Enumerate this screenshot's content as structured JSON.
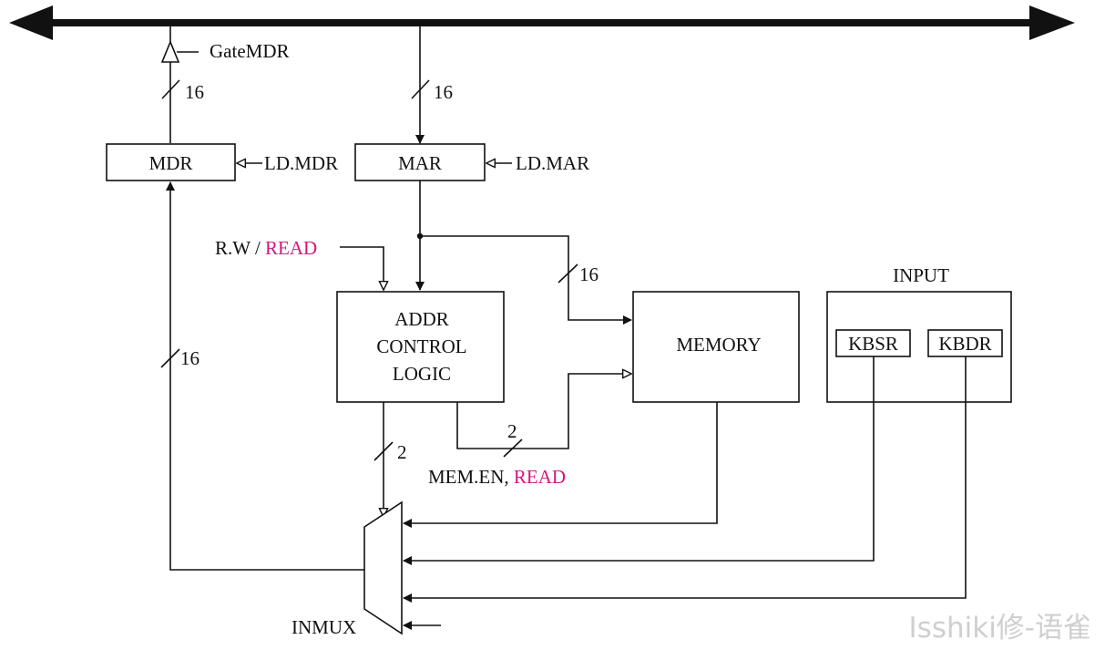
{
  "labels": {
    "gate_mdr": "GateMDR",
    "ld_mdr": "LD.MDR",
    "ld_mar": "LD.MAR",
    "rw": "R.W / ",
    "read": "READ",
    "mem_en": "MEM.EN, ",
    "inmux": "INMUX"
  },
  "boxes": {
    "mdr": "MDR",
    "mar": "MAR",
    "addr_line1": "ADDR",
    "addr_line2": "CONTROL",
    "addr_line3": "LOGIC",
    "memory": "MEMORY",
    "input": "INPUT",
    "kbsr": "KBSR",
    "kbdr": "KBDR"
  },
  "widths": {
    "mdr_out": "16",
    "bus_to_mar": "16",
    "mar_to_memory": "16",
    "mux_to_mdr": "16",
    "addr_to_mux": "2",
    "addr_to_memory": "2"
  },
  "watermark": "Isshiki修-语雀",
  "colors": {
    "line": "#111111",
    "highlight": "#d6157f",
    "watermark": "#cfcfcf"
  }
}
